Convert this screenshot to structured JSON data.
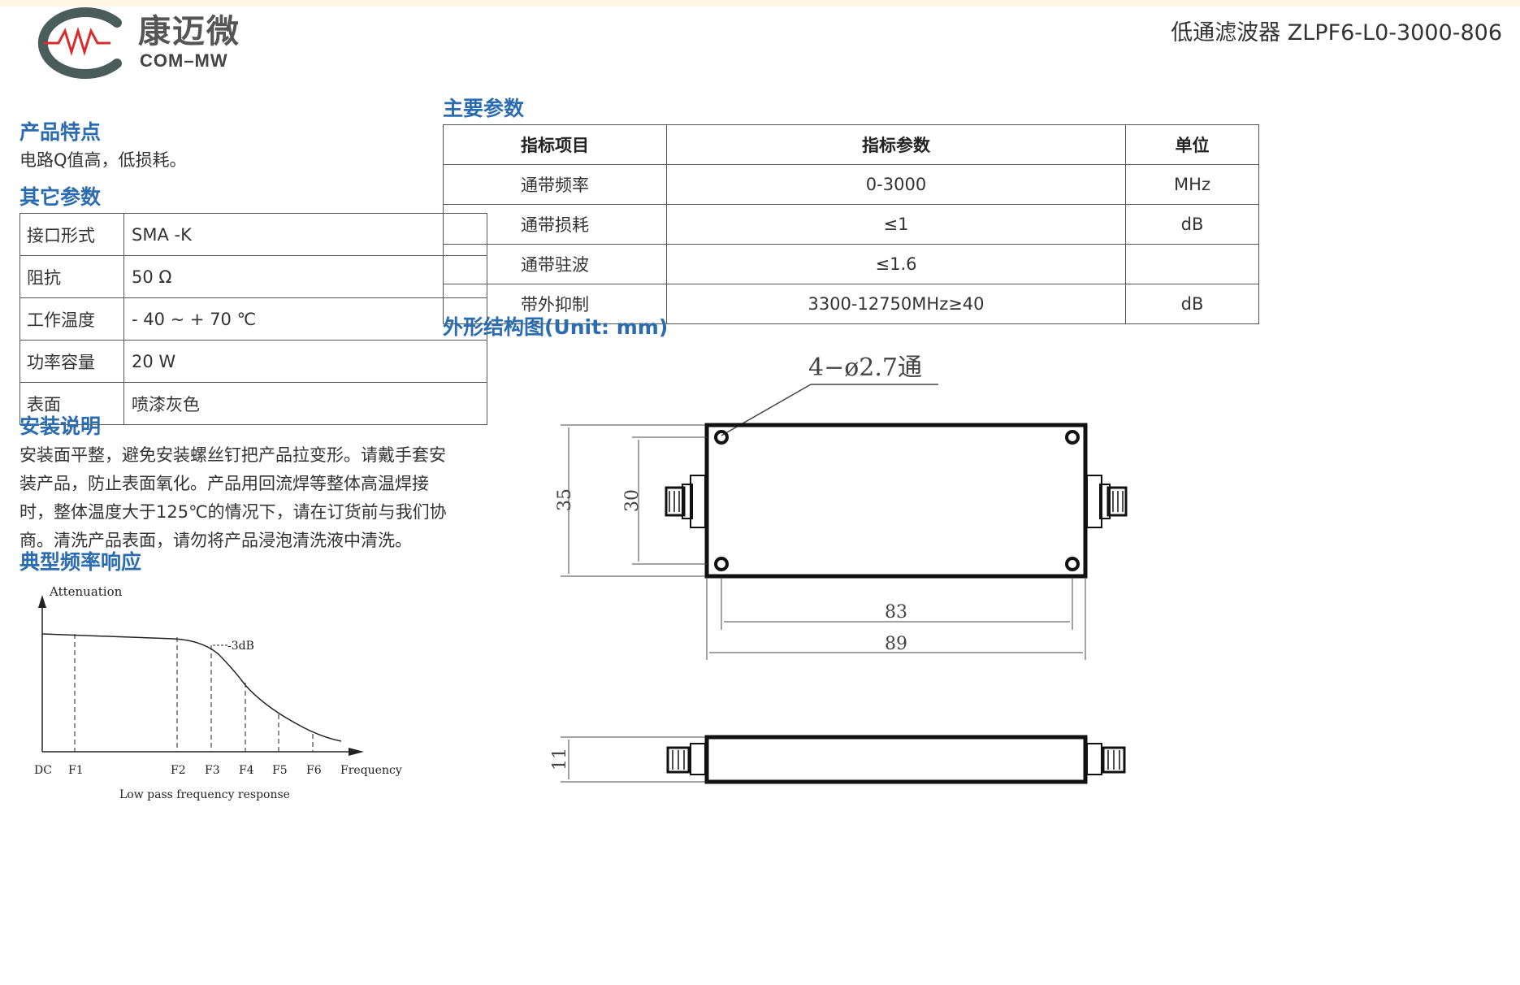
{
  "header": {
    "brand_cn": "康迈微",
    "brand_en": "COM–MW",
    "title": "低通滤波器 ZLPF6-L0-3000-806"
  },
  "features": {
    "title": "产品特点",
    "text": "电路Q值高，低损耗。"
  },
  "other_params": {
    "title": "其它参数",
    "rows": [
      {
        "key": "接口形式",
        "value": "SMA -K"
      },
      {
        "key": "阻抗",
        "value": "50 Ω"
      },
      {
        "key": "工作温度",
        "value": "- 40 ~ + 70 ℃"
      },
      {
        "key": "功率容量",
        "value": "20 W"
      },
      {
        "key": "表面",
        "value": "喷漆灰色"
      }
    ]
  },
  "install": {
    "title": "安装说明",
    "lines": [
      "安装面平整，避免安装螺丝钉把产品拉变形。请戴手套安",
      "装产品，防止表面氧化。产品用回流焊等整体高温焊接",
      "时，整体温度大于125℃的情况下，请在订货前与我们协",
      "商。清洗产品表面，请勿将产品浸泡清洗液中清洗。"
    ]
  },
  "response": {
    "title": "典型频率响应",
    "y_label": "Attenuation",
    "x_label": "Frequency",
    "marker_3db": "-3dB",
    "x_ticks": [
      "DC",
      "F1",
      "F2",
      "F3",
      "F4",
      "F5",
      "F6"
    ],
    "caption": "Low pass frequency response"
  },
  "main_params": {
    "title": "主要参数",
    "headers": [
      "指标项目",
      "指标参数",
      "单位"
    ],
    "rows": [
      [
        "通带频率",
        "0-3000",
        "MHz"
      ],
      [
        "通带损耗",
        "≤1",
        "dB"
      ],
      [
        "通带驻波",
        "≤1.6",
        ""
      ],
      [
        "带外抑制",
        "3300-12750MHz≥40",
        "dB"
      ]
    ]
  },
  "outline": {
    "title": "外形结构图(Unit: mm)",
    "hole_note": "4−ø2.7通",
    "dim_height_outer": "35",
    "dim_height_inner": "30",
    "dim_width_inner": "83",
    "dim_width_outer": "89",
    "dim_thickness": "11"
  }
}
